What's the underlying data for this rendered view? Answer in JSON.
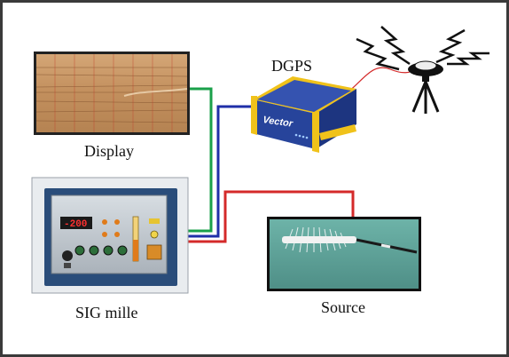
{
  "labels": {
    "display": "Display",
    "dgps": "DGPS",
    "sig_mille": "SIG mille",
    "source": "Source"
  },
  "receiver_brand": "Vector",
  "panel_readout": "-200",
  "colors": {
    "frame": "#3a3a3a",
    "wire_green": "#1aa04a",
    "wire_blue": "#1f2fa8",
    "wire_red": "#d42a2a",
    "display_bg": "#c99a6a",
    "panel_blue": "#2a4d7a",
    "receiver_body": "#27449b",
    "receiver_trim": "#f0c21a",
    "sea": "#5fa79c"
  }
}
